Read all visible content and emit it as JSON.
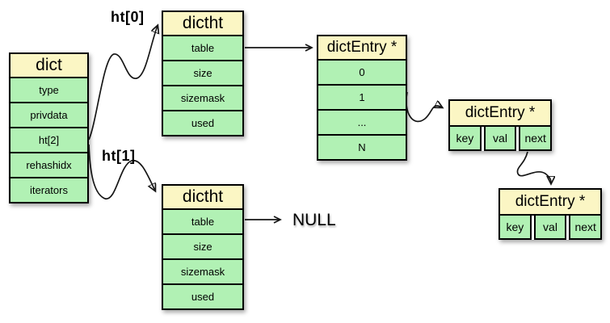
{
  "diagram": {
    "colors": {
      "header_bg": "#FBF6C4",
      "row_bg": "#B1F1B4",
      "border": "#000000",
      "background": "#FFFFFF"
    },
    "labels": {
      "ht0": "ht[0]",
      "ht1": "ht[1]",
      "null_text": "NULL"
    },
    "dict": {
      "title": "dict",
      "rows": [
        "type",
        "privdata",
        "ht[2]",
        "rehashidx",
        "iterators"
      ]
    },
    "dictht_top": {
      "title": "dictht",
      "rows": [
        "table",
        "size",
        "sizemask",
        "used"
      ]
    },
    "dictht_bottom": {
      "title": "dictht",
      "rows": [
        "table",
        "size",
        "sizemask",
        "used"
      ]
    },
    "bucket_array": {
      "title": "dictEntry *",
      "rows": [
        "0",
        "1",
        "...",
        "N"
      ]
    },
    "entry_first": {
      "title": "dictEntry *",
      "cells": [
        "key",
        "val",
        "next"
      ]
    },
    "entry_second": {
      "title": "dictEntry *",
      "cells": [
        "key",
        "val",
        "next"
      ]
    }
  }
}
